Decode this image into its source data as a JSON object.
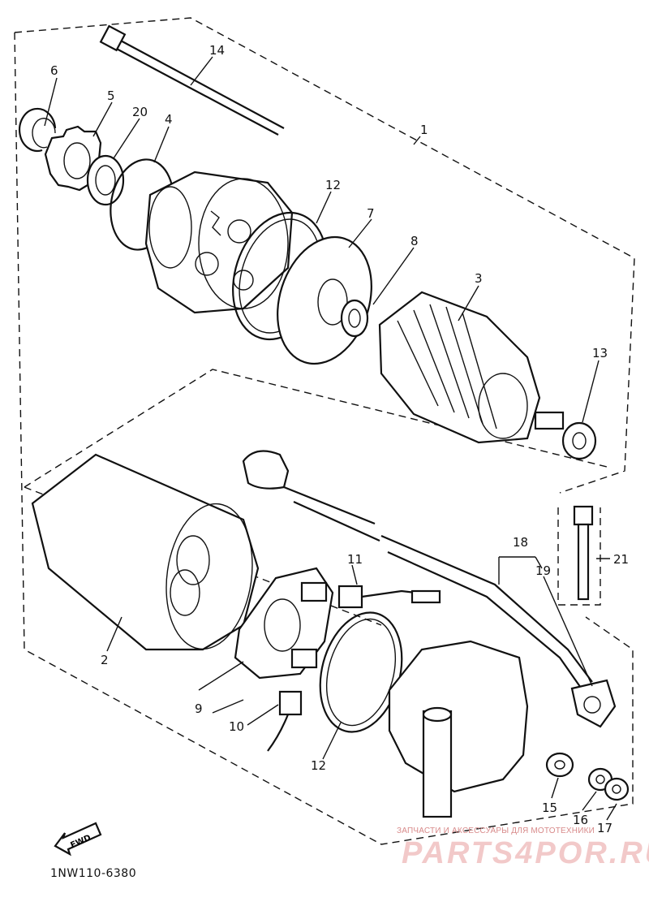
{
  "diagram": {
    "callouts": {
      "c1": "1",
      "c2": "2",
      "c3": "3",
      "c4": "4",
      "c5": "5",
      "c6": "6",
      "c7": "7",
      "c8": "8",
      "c9": "9",
      "c10": "10",
      "c11": "11",
      "c12a": "12",
      "c12b": "12",
      "c13": "13",
      "c14": "14",
      "c15": "15",
      "c16": "16",
      "c17": "17",
      "c18": "18",
      "c19": "19",
      "c20": "20",
      "c21": "21"
    },
    "fwd_label": "FWD",
    "drawing_code": "1NW110-6380"
  },
  "watermark": {
    "caption": "ЗАПЧАСТИ И АКСЕССУАРЫ ДЛЯ МОТОТЕХНИКИ",
    "logo": "PARTS4POR.RU"
  }
}
